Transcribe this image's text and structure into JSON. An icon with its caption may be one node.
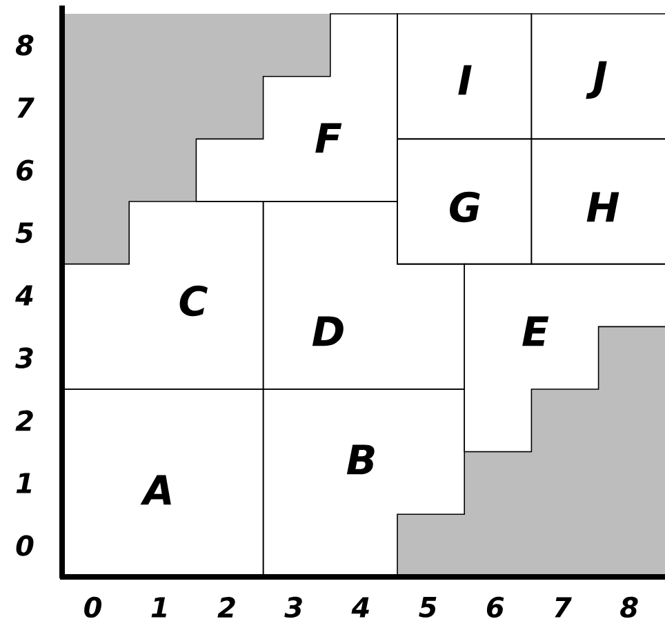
{
  "diagram": {
    "nodes": [
      {
        "text": [
          "I"
        ]
      },
      {
        "text": [
          "J"
        ]
      },
      {
        "text": [
          "F"
        ]
      },
      {
        "text": [
          "G"
        ]
      },
      {
        "text": [
          "H"
        ]
      },
      {
        "text": [
          "C"
        ]
      },
      {
        "text": [
          "D"
        ]
      },
      {
        "text": [
          "E"
        ]
      },
      {
        "text": [
          "B"
        ]
      },
      {
        "text": [
          "A"
        ]
      }
    ],
    "labels": [
      "8",
      "7",
      "6",
      "5",
      "4",
      "3",
      "2",
      "1",
      "0",
      "0",
      "1",
      "2",
      "3",
      "4",
      "5",
      "6",
      "7",
      "8"
    ]
  }
}
